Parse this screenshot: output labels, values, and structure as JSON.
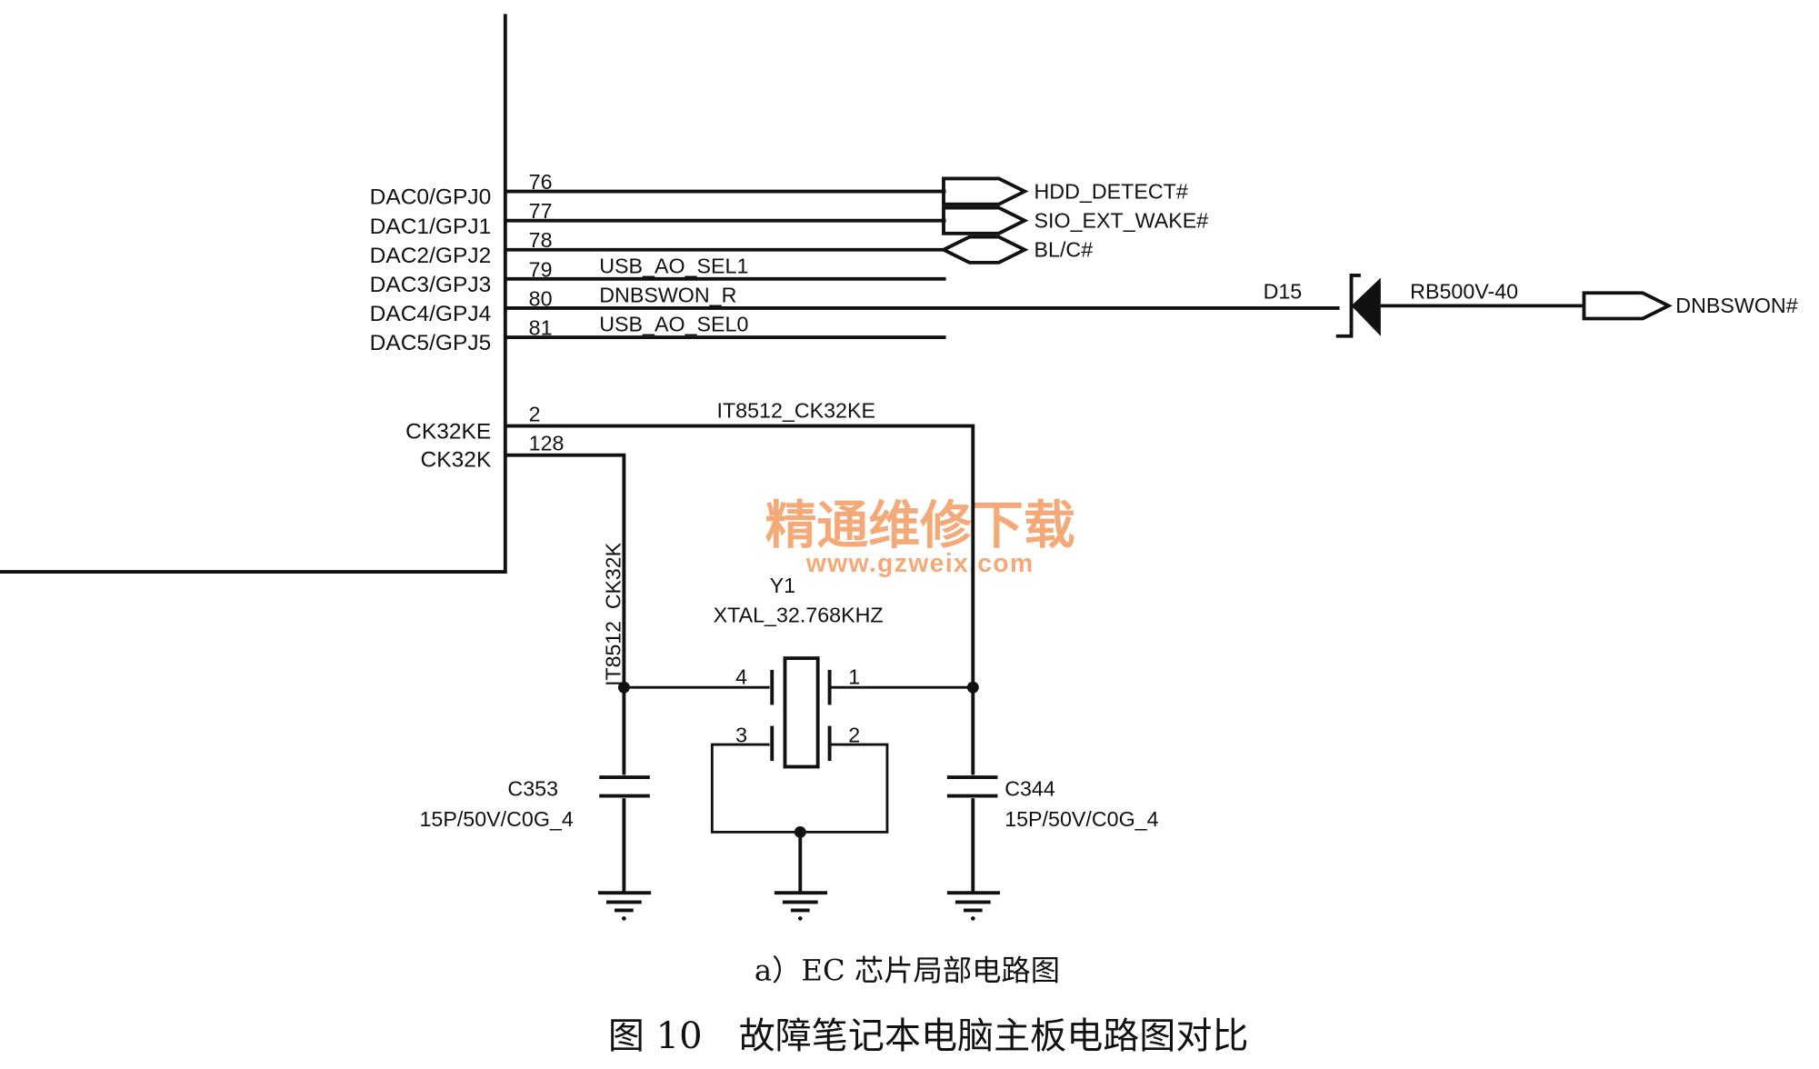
{
  "figure": {
    "subcaption": "a）EC 芯片局部电路图",
    "caption": "图 10　故障笔记本电脑主板电路图对比"
  },
  "watermark": {
    "title": "精通维修下载",
    "url": "www.gzweix.com",
    "color": "#f4a978"
  },
  "chip": {
    "pins": [
      {
        "name": "DAC0/GPJ0",
        "number": "76",
        "net": ""
      },
      {
        "name": "DAC1/GPJ1",
        "number": "77",
        "net": ""
      },
      {
        "name": "DAC2/GPJ2",
        "number": "78",
        "net": ""
      },
      {
        "name": "DAC3/GPJ3",
        "number": "79",
        "net": "USB_AO_SEL1"
      },
      {
        "name": "DAC4/GPJ4",
        "number": "80",
        "net": "DNBSWON_R"
      },
      {
        "name": "DAC5/GPJ5",
        "number": "81",
        "net": "USB_AO_SEL0"
      }
    ],
    "clock_pins": [
      {
        "name": "CK32KE",
        "number": "2",
        "net": "IT8512_CK32KE"
      },
      {
        "name": "CK32K",
        "number": "128",
        "net": "IT8512_CK32K"
      }
    ]
  },
  "ports": [
    {
      "label": "HDD_DETECT#"
    },
    {
      "label": "SIO_EXT_WAKE#"
    },
    {
      "label": "BL/C#"
    },
    {
      "label": "DNBSWON#"
    }
  ],
  "diode": {
    "ref": "D15",
    "value": "RB500V-40"
  },
  "crystal": {
    "ref": "Y1",
    "value": "XTAL_32.768KHZ",
    "pins": [
      "4",
      "1",
      "3",
      "2"
    ]
  },
  "capacitors": [
    {
      "ref": "C353",
      "value": "15P/50V/C0G_4"
    },
    {
      "ref": "C344",
      "value": "15P/50V/C0G_4"
    }
  ]
}
